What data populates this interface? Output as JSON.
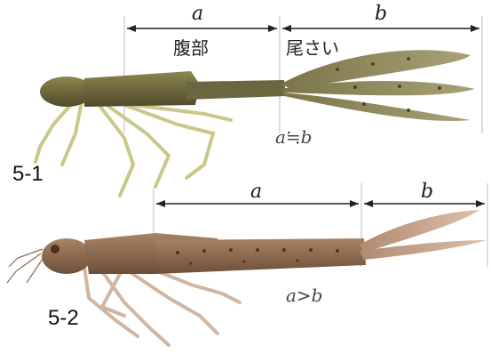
{
  "figures": [
    {
      "id": "5-1",
      "label_a": "a",
      "label_b": "b",
      "part_a": "腹部",
      "part_b": "尾さい",
      "relation": "a≒b"
    },
    {
      "id": "5-2",
      "label_a": "a",
      "label_b": "b",
      "relation": "a>b"
    }
  ],
  "colors": {
    "nymph_top_body": "#6e6a3e",
    "nymph_top_gill": "#8f8a5a",
    "nymph_top_legs": "#c9c88a",
    "nymph_bottom_body": "#8a6a4e",
    "nymph_bottom_gill": "#c2a089",
    "nymph_bottom_legs": "#cfb6a2",
    "measure_line": "#222222"
  }
}
